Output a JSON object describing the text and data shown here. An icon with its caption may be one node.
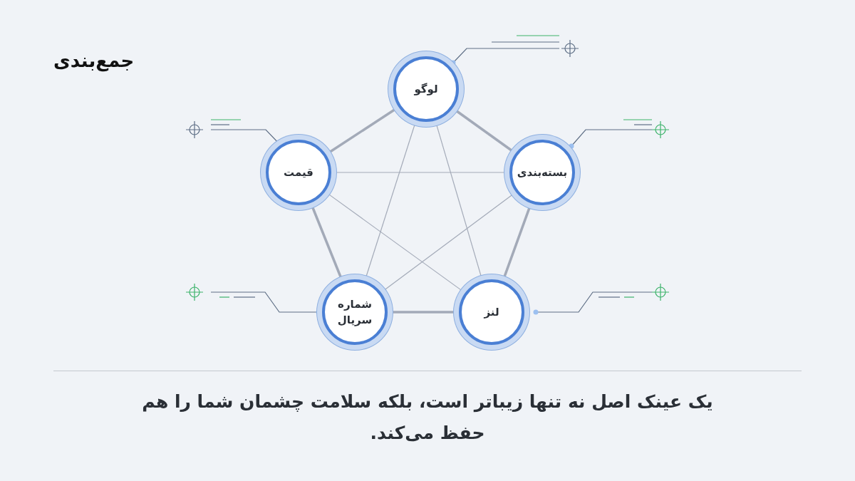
{
  "diagram": {
    "title": "جمع‌بندی",
    "caption": "یک عینک اصل نه تنها زیباتر است، بلکه سلامت چشمان شما را هم حفظ می‌کند.",
    "nodes": [
      {
        "text": [
          "لوگو"
        ]
      },
      {
        "text": [
          "بسته‌بندی"
        ]
      },
      {
        "text": [
          "لنز"
        ]
      },
      {
        "text": [
          "شماره سریال"
        ]
      },
      {
        "text": [
          "قیمت"
        ]
      }
    ],
    "edges": [
      {
        "from": 0,
        "to": 1,
        "arrow": "none",
        "style": "thick"
      },
      {
        "from": 1,
        "to": 2,
        "arrow": "none",
        "style": "thick"
      },
      {
        "from": 2,
        "to": 3,
        "arrow": "none",
        "style": "thick"
      },
      {
        "from": 3,
        "to": 4,
        "arrow": "none",
        "style": "thick"
      },
      {
        "from": 4,
        "to": 0,
        "arrow": "none",
        "style": "thick"
      },
      {
        "from": 0,
        "to": 2,
        "arrow": "none"
      },
      {
        "from": 0,
        "to": 3,
        "arrow": "none"
      },
      {
        "from": 1,
        "to": 3,
        "arrow": "none"
      },
      {
        "from": 1,
        "to": 4,
        "arrow": "none"
      },
      {
        "from": 2,
        "to": 4,
        "arrow": "none"
      }
    ]
  }
}
